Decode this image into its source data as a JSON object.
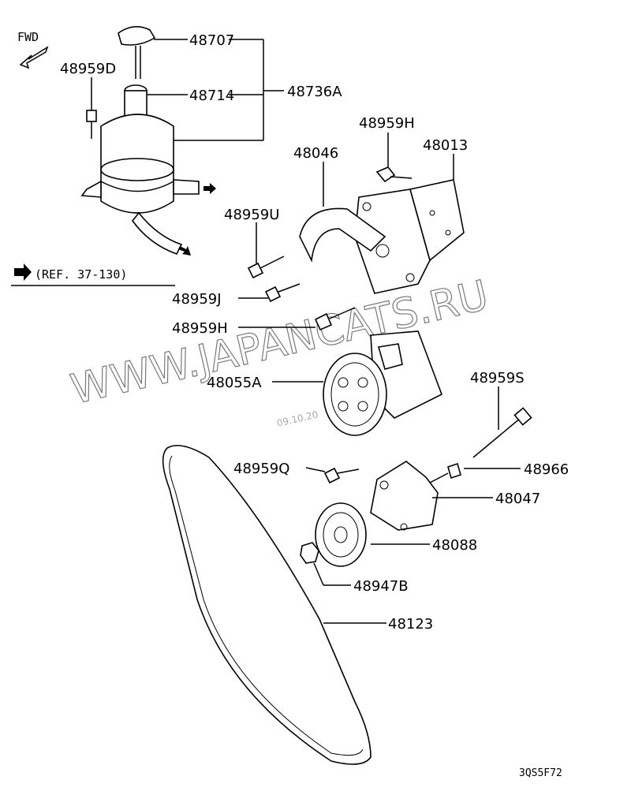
{
  "diagram": {
    "fwd_label": "FWD",
    "ref_label": "(REF. 37-130)",
    "watermark": "WWW.JAPANCATS.RU",
    "watermark_date": "09.10.20",
    "figure_code": "3QS5F72",
    "callouts": {
      "c48707": "48707",
      "c48959D": "48959D",
      "c48714": "48714",
      "c48736A": "48736A",
      "c48959H_top": "48959H",
      "c48013": "48013",
      "c48046": "48046",
      "c48959U": "48959U",
      "c48959J": "48959J",
      "c48959H": "48959H",
      "c48055A": "48055A",
      "c48959S": "48959S",
      "c48959Q": "48959Q",
      "c48966": "48966",
      "c48047": "48047",
      "c48088": "48088",
      "c48947B": "48947B",
      "c48123": "48123"
    }
  }
}
